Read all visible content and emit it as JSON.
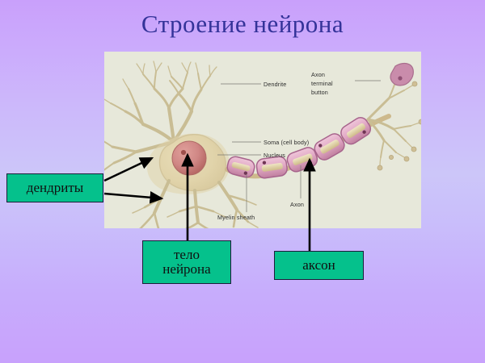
{
  "slide": {
    "title": "Строение нейрона",
    "title_color": "#343399",
    "background_top_color": "#c9a0fb",
    "background_mid_color": "#ccc6f9",
    "background_bottom_color": "#c8a1fc"
  },
  "diagram": {
    "name": "neuron-structure-illustration",
    "panel_background": "#e7e8da",
    "colors": {
      "dendrite": "#d8cda6",
      "soma": "#e3d7b0",
      "nucleus": "#cf8584",
      "nucleolus": "#a85b59",
      "myelin": "#c98fae",
      "myelin_fill": "#e7bed3",
      "axon_core": "#d9c89b",
      "terminal_button": "#c08aa6",
      "leader_line": "#6e6e6e"
    },
    "labels": [
      {
        "id": "dendrite",
        "text": "Dendrite"
      },
      {
        "id": "soma",
        "text": "Soma (cell body)"
      },
      {
        "id": "nucleus",
        "text": "Nucleus"
      },
      {
        "id": "axon-terminal-1",
        "text": "Axon"
      },
      {
        "id": "axon-terminal-2",
        "text": "terminal"
      },
      {
        "id": "axon-terminal-3",
        "text": "button"
      },
      {
        "id": "axon",
        "text": "Axon"
      },
      {
        "id": "myelin-sheath",
        "text": "Myelin sheath"
      }
    ]
  },
  "callouts": {
    "box_fill": "#05c18c",
    "box_border": "#1d1d3a",
    "dendrites": "дендриты",
    "soma": "тело\nнейрона",
    "axon": "аксон"
  }
}
